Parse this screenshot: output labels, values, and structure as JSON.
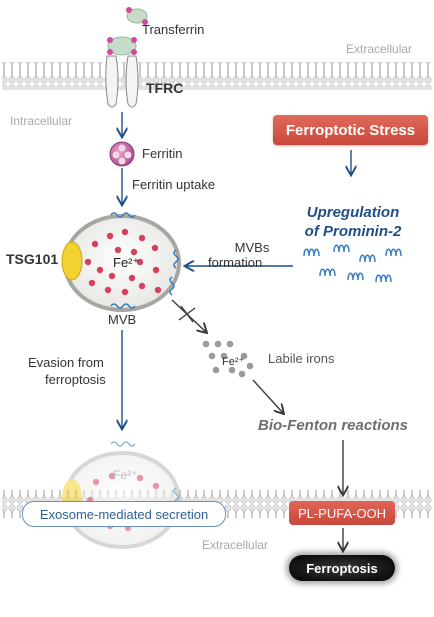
{
  "labels": {
    "transferrin": "Transferrin",
    "extracellular_top": "Extracellular",
    "tfrc": "TFRC",
    "intracellular": "Intracellular",
    "ferritin": "Ferritin",
    "ferritin_uptake": "Ferritin uptake",
    "tsg101": "TSG101",
    "fe2_main": "Fe²⁺",
    "mvbs_formation_line1": "MVBs",
    "mvbs_formation_line2": "formation",
    "mvb": "MVB",
    "evasion_line1": "Evasion from",
    "evasion_line2": "ferroptosis",
    "fe2_labile": "Fe²⁺",
    "labile_irons": "Labile irons",
    "fe2_exosome": "Fe²⁺",
    "extracellular_bottom": "Extracellular"
  },
  "boxes": {
    "ferroptotic_stress": "Ferroptotic Stress",
    "upregulation_line1": "Upregulation",
    "upregulation_line2": "of Prominin-2",
    "bio_fenton": "Bio-Fenton reactions",
    "exosome_secretion": "Exosome-mediated secretion",
    "pl_pufa_ooh": "PL-PUFA-OOH",
    "ferroptosis": "Ferroptosis"
  },
  "colors": {
    "arrow_blue": "#1f4f88",
    "stress_red": "#c9483c",
    "membrane_gray": "#d8d8d8",
    "iron_pink": "#d6405f",
    "prominin_blue": "#3b7fbf",
    "tsg101_yellow": "#f2d230"
  }
}
